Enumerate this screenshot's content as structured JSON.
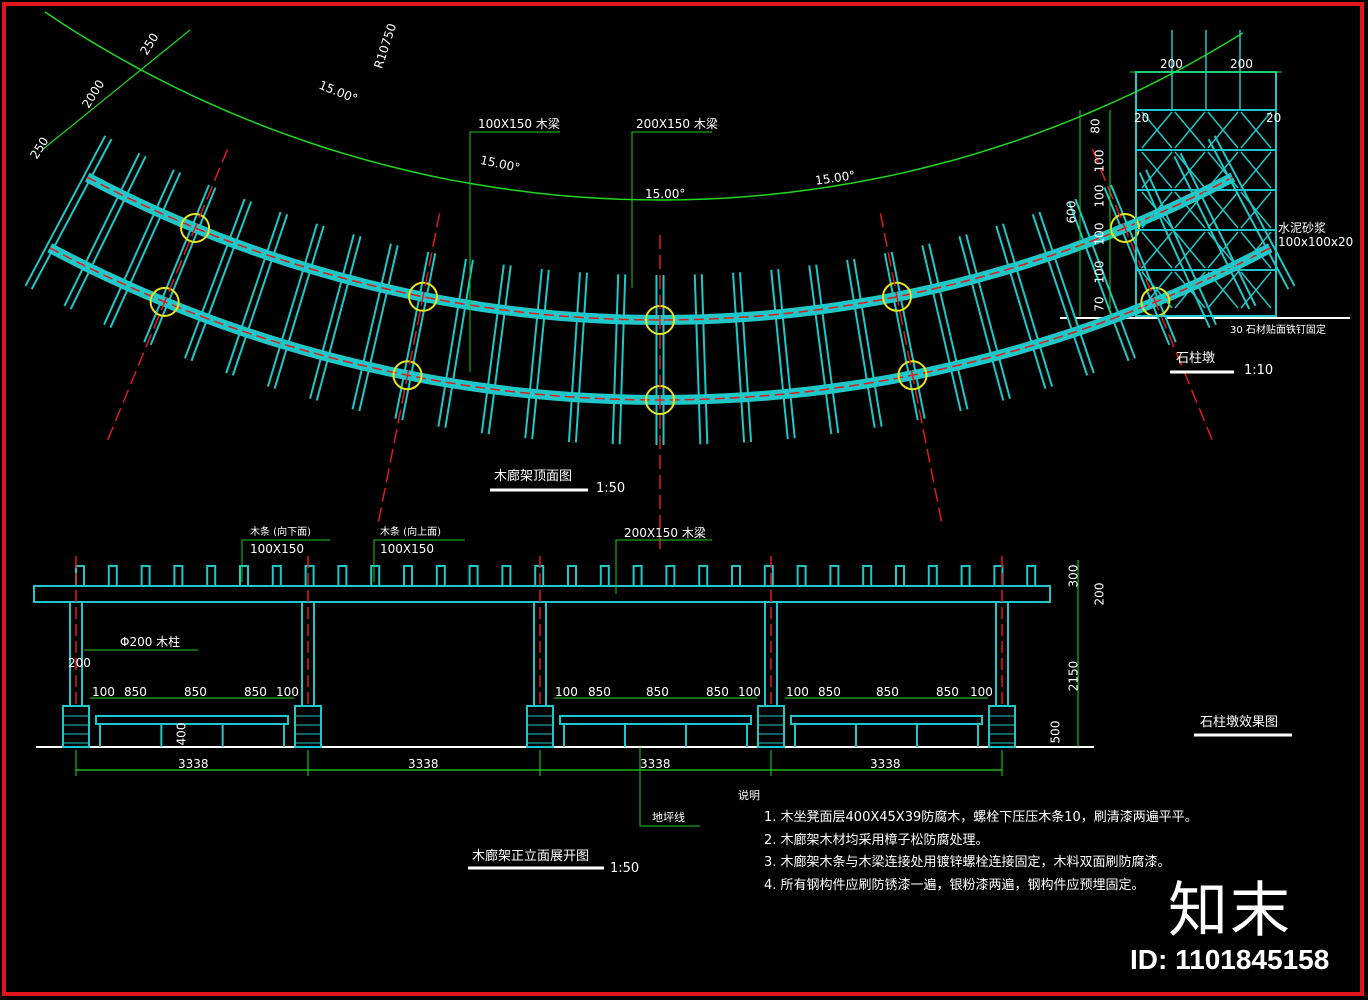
{
  "colors": {
    "border": "#e0141b",
    "structure": "#1ec8c8",
    "dimension": "#1fd81f",
    "centerline": "#e01a1a",
    "joint": "#e6e61a",
    "text": "#ffffff",
    "leader": "#17c817"
  },
  "plan": {
    "radius_label": "R10750",
    "angles": [
      "15.00°",
      "15.00°",
      "15.00°",
      "15.00°"
    ],
    "dims": [
      "250",
      "2000",
      "250"
    ],
    "beam_small": "100X150 木梁",
    "beam_large": "200X150 木梁",
    "title": "木廊架顶面图",
    "scale": "1:50"
  },
  "pier": {
    "widths": [
      "200",
      "200"
    ],
    "edge": [
      "20",
      "20"
    ],
    "heights": [
      "80",
      "100",
      "100",
      "100",
      "100",
      "70"
    ],
    "total": "600",
    "material": "水泥砂浆",
    "material_size": "100x100x20",
    "base_note": "30 石材贴面铁钉固定",
    "title": "石柱墩",
    "scale": "1:10"
  },
  "elevation": {
    "beam_top": "木条 (向下面)",
    "beam_top_size": "100X150",
    "beam_mid": "木条 (向上面)",
    "beam_mid_size": "100X150",
    "beam_main": "200X150 木梁",
    "column": "Φ200 木柱",
    "col_dim": "200",
    "bench_dims": [
      "100",
      "850",
      "850",
      "850",
      "100"
    ],
    "bench_height": "400",
    "right_dims": [
      "300",
      "200",
      "2150",
      "500"
    ],
    "spans": [
      "3338",
      "3338",
      "3338",
      "3338"
    ],
    "ground": "地坪线",
    "title": "木廊架正立面展开图",
    "scale": "1:50",
    "pier_ref": "石柱墩效果图"
  },
  "notes": {
    "heading": "说明",
    "items": [
      "1. 木坐凳面层400X45X39防腐木，螺栓下压压木条10，刷清漆两遍平平。",
      "2. 木廊架木材均采用樟子松防腐处理。",
      "3. 木廊架木条与木梁连接处用镀锌螺栓连接固定，木料双面刷防腐漆。",
      "4. 所有钢构件应刷防锈漆一遍，银粉漆两遍，钢构件应预埋固定。"
    ]
  },
  "watermark": {
    "logo": "知末",
    "id": "ID: 1101845158"
  }
}
